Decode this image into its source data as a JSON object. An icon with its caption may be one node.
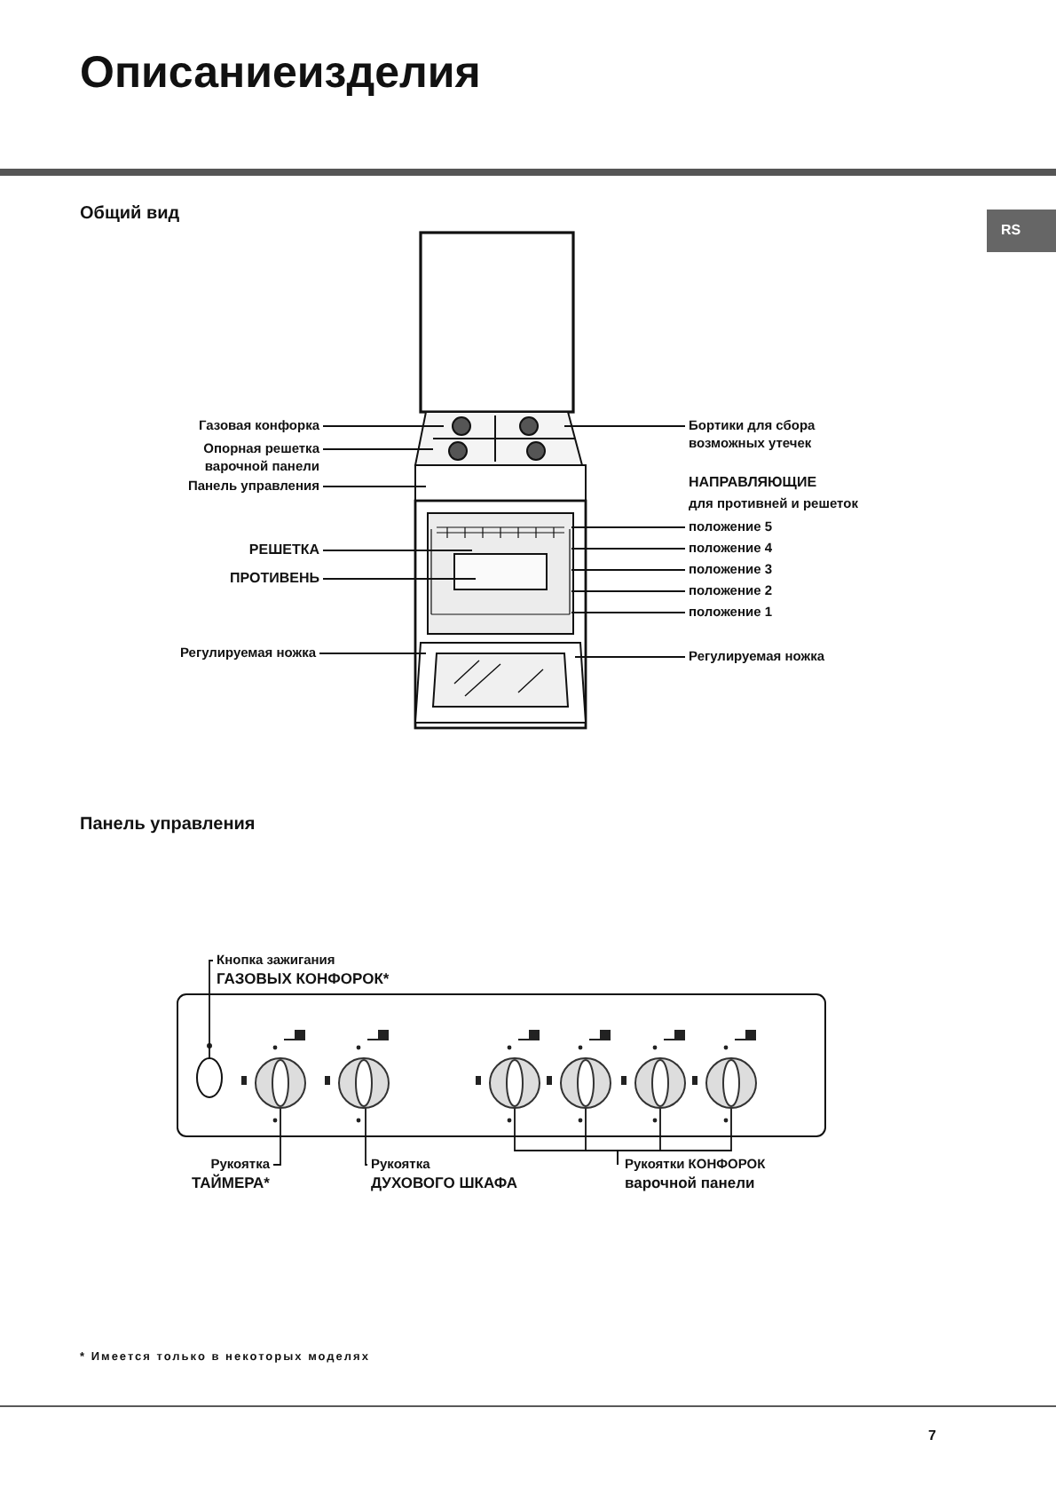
{
  "diagram": {
    "title": "Описаниеизделия",
    "nodes": [
      {
        "text": [
          "Газовая конфорка"
        ]
      },
      {
        "text": [
          "Опорная решетка варочной панели"
        ]
      },
      {
        "text": [
          "Панель управления"
        ]
      },
      {
        "text": [
          "РЕШЕТКА"
        ]
      },
      {
        "text": [
          "ПРОТИВЕНЬ"
        ]
      },
      {
        "text": [
          "Регулируемая ножка"
        ]
      },
      {
        "text": [
          "Бортики для сбора возможных утечек"
        ]
      },
      {
        "text": [
          "положение 5"
        ]
      },
      {
        "text": [
          "положение 4"
        ]
      },
      {
        "text": [
          "положение 3"
        ]
      },
      {
        "text": [
          "положение 2"
        ]
      },
      {
        "text": [
          "положение 1"
        ]
      },
      {
        "text": [
          "Регулируемая ножка"
        ]
      },
      {
        "text": [
          "Кнопка зажигания",
          "ГАЗОВЫХ КОНФОРОК*"
        ]
      },
      {
        "text": [
          "Рукоятка",
          "ТАЙМЕРА*"
        ]
      },
      {
        "text": [
          "Рукоятка",
          "ДУХОВОГО ШКАФА"
        ]
      },
      {
        "text": [
          "Рукоятки КОНФОРОК",
          "варочной панели"
        ]
      },
      {
        "text": [],
        "shape": "circle"
      },
      {
        "text": [],
        "shape": "circle"
      },
      {
        "text": [],
        "shape": "circle"
      },
      {
        "text": [],
        "shape": "circle"
      },
      {
        "text": [],
        "shape": "circle"
      },
      {
        "text": [],
        "shape": "circle"
      },
      {
        "text": [],
        "shape": "circle"
      }
    ],
    "edges": [
      {
        "from": 0,
        "to": null,
        "arrow": "none"
      },
      {
        "from": 1,
        "to": null,
        "arrow": "none"
      },
      {
        "from": 2,
        "to": null,
        "arrow": "none"
      },
      {
        "from": 3,
        "to": null,
        "arrow": "none"
      },
      {
        "from": 4,
        "to": null,
        "arrow": "none"
      },
      {
        "from": 5,
        "to": null,
        "arrow": "none"
      },
      {
        "from": 6,
        "to": null,
        "arrow": "none"
      },
      {
        "from": 7,
        "to": null,
        "arrow": "none"
      },
      {
        "from": 8,
        "to": null,
        "arrow": "none"
      },
      {
        "from": 9,
        "to": null,
        "arrow": "none"
      },
      {
        "from": 10,
        "to": null,
        "arrow": "none"
      },
      {
        "from": 11,
        "to": null,
        "arrow": "none"
      },
      {
        "from": 12,
        "to": null,
        "arrow": "none"
      },
      {
        "from": 13,
        "to": 17,
        "arrow": "none"
      },
      {
        "from": 14,
        "to": 18,
        "arrow": "none"
      },
      {
        "from": 15,
        "to": 19,
        "arrow": "none"
      },
      {
        "from": 16,
        "to": 20,
        "arrow": "none"
      },
      {
        "from": 16,
        "to": 21,
        "arrow": "none"
      },
      {
        "from": 16,
        "to": 22,
        "arrow": "none"
      },
      {
        "from": 16,
        "to": 23,
        "arrow": "none"
      }
    ],
    "labels": [
      "Общий вид",
      "RS",
      "НАПРАВЛЯЮЩИЕ",
      "для противней и решеток",
      "Панель управления",
      "* Имеется только в некоторых моделях",
      "7"
    ]
  }
}
